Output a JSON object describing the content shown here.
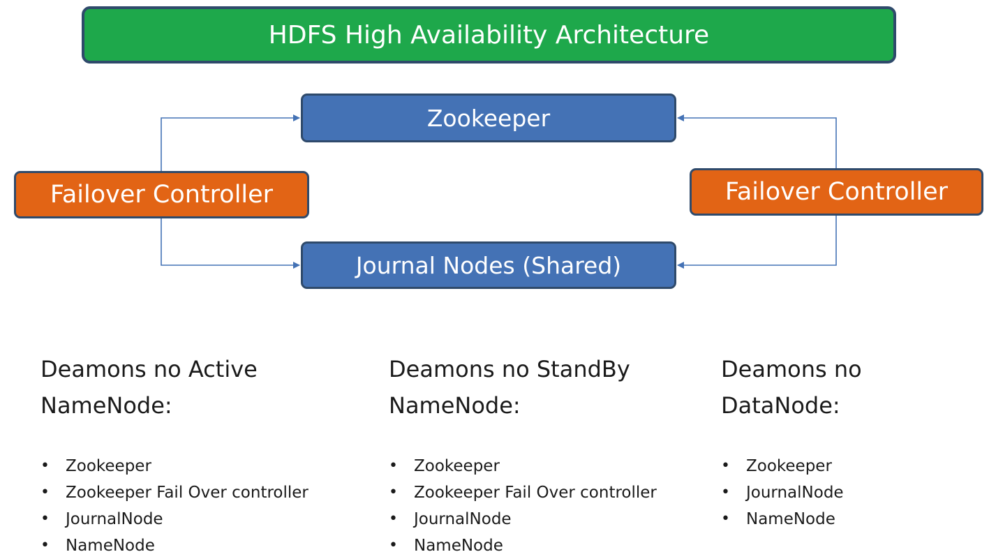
{
  "title": "HDFS High Availability Architecture",
  "zookeeper": {
    "label": "Zookeeper"
  },
  "journal_nodes": {
    "label": "Journal Nodes (Shared)"
  },
  "failover_left": {
    "label": "Failover Controller"
  },
  "failover_right": {
    "label": "Failover Controller"
  },
  "colors": {
    "title_fill": "#1ea84b",
    "node_fill": "#4472b5",
    "failover_fill": "#e26415",
    "border": "#2f4a6b",
    "connector": "#4472b5"
  },
  "columns": [
    {
      "heading_line1": "Deamons no Active",
      "heading_line2": "NameNode:",
      "items": [
        "Zookeeper",
        "Zookeeper Fail Over controller",
        "JournalNode",
        "NameNode"
      ]
    },
    {
      "heading_line1": "Deamons no StandBy",
      "heading_line2": "NameNode:",
      "items": [
        "Zookeeper",
        "Zookeeper Fail Over controller",
        "JournalNode",
        "NameNode"
      ]
    },
    {
      "heading_line1": "Deamons no",
      "heading_line2": "DataNode:",
      "items": [
        "Zookeeper",
        "JournalNode",
        "NameNode"
      ]
    }
  ],
  "bullet_char": "•"
}
